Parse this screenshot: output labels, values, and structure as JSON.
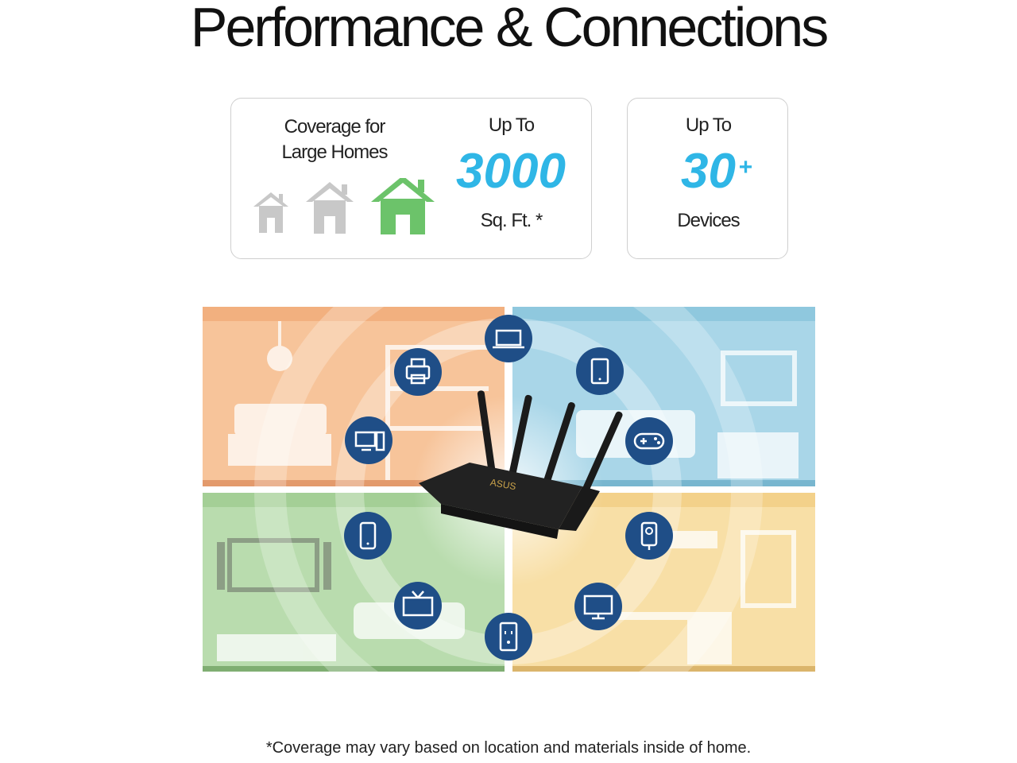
{
  "page": {
    "title": "Performance & Connections",
    "footnote": "*Coverage may vary based on location and materials inside of home."
  },
  "coverage_card": {
    "label_line1": "Coverage for",
    "label_line2": "Large Homes",
    "prefix": "Up To",
    "value": "3000",
    "unit": "Sq. Ft. *",
    "house_icons": [
      "house-icon-small",
      "house-icon-medium",
      "house-icon-large"
    ]
  },
  "devices_card": {
    "prefix": "Up To",
    "value": "30",
    "suffix": "+",
    "unit": "Devices"
  },
  "scene": {
    "router_brand": "ASUS",
    "device_icons": [
      "laptop-icon",
      "printer-icon",
      "tablet-icon",
      "desktop-icon",
      "gamepad-icon",
      "phone-icon",
      "camera-icon",
      "tv-icon",
      "monitor-icon",
      "smart-plug-icon"
    ]
  },
  "colors": {
    "accent": "#2fb6e6",
    "house_active": "#6cc36a",
    "house_inactive": "#c8c8c8",
    "icon_circle": "#1f4e87",
    "room_orange": "#f7c49a",
    "room_blue": "#a9d6e8",
    "room_green": "#b9dcae",
    "room_yellow": "#f8dfa6"
  }
}
